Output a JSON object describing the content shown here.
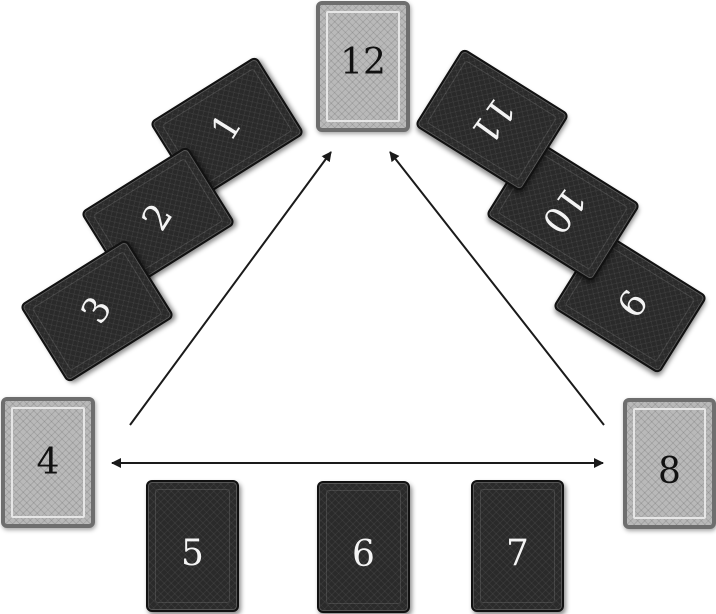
{
  "cards": [
    {
      "id": "c1",
      "label": "1",
      "style": "dark"
    },
    {
      "id": "c2",
      "label": "2",
      "style": "dark"
    },
    {
      "id": "c3",
      "label": "3",
      "style": "dark"
    },
    {
      "id": "c4",
      "label": "4",
      "style": "light"
    },
    {
      "id": "c5",
      "label": "5",
      "style": "dark"
    },
    {
      "id": "c6",
      "label": "6",
      "style": "dark"
    },
    {
      "id": "c7",
      "label": "7",
      "style": "dark"
    },
    {
      "id": "c8",
      "label": "8",
      "style": "light"
    },
    {
      "id": "c9",
      "label": "9",
      "style": "dark"
    },
    {
      "id": "c10",
      "label": "10",
      "style": "dark"
    },
    {
      "id": "c11",
      "label": "11",
      "style": "dark"
    },
    {
      "id": "c12",
      "label": "12",
      "style": "light"
    }
  ],
  "colors": {
    "dark_card": "#2a2a2a",
    "light_card": "#b9b9b9",
    "arrow": "#1a1a1a"
  }
}
